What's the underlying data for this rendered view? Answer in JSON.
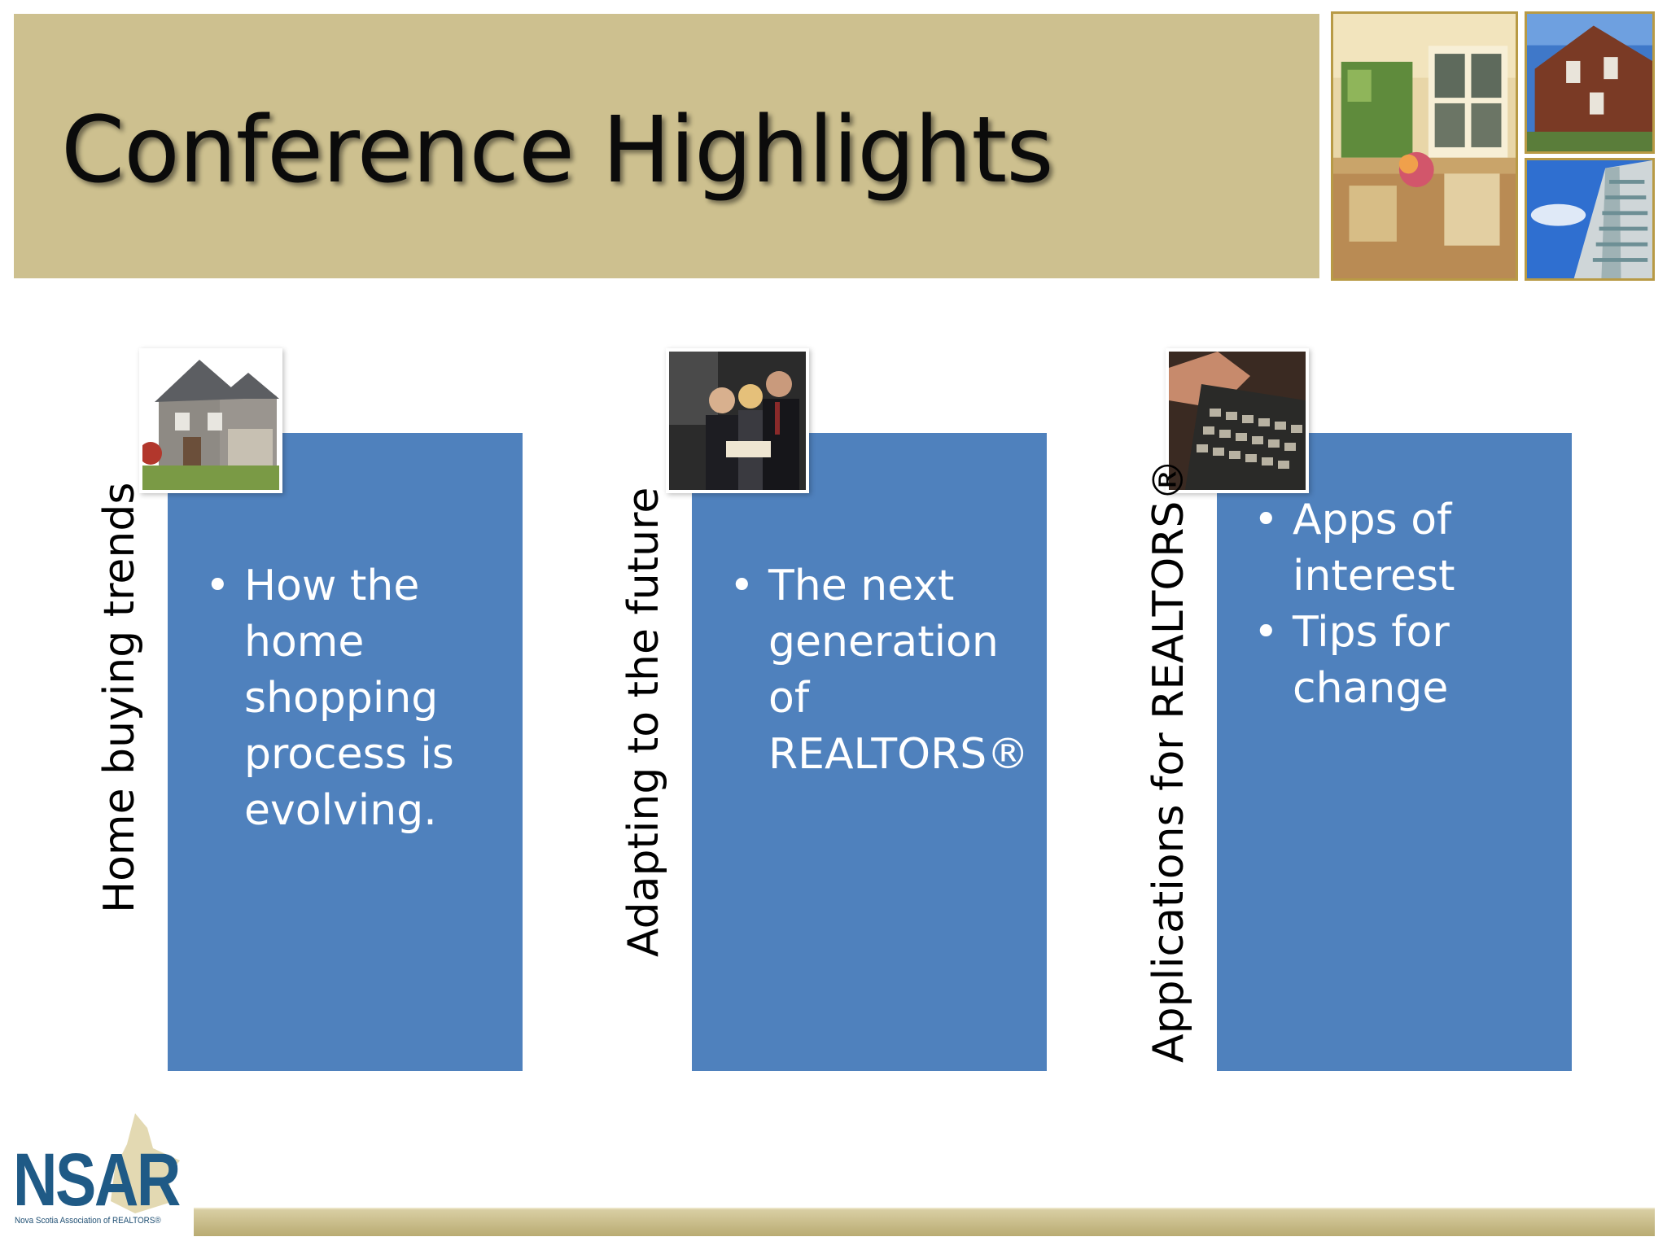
{
  "slide": {
    "title": "Conference Highlights"
  },
  "columns": [
    {
      "label": "Home buying trends",
      "bullets": [
        "How the home shopping process is evolving."
      ]
    },
    {
      "label": "Adapting to the future",
      "bullets": [
        "The next generation of REALTORS®"
      ]
    },
    {
      "label": "Applications for REALTORS®",
      "bullets": [
        "Apps  of interest",
        "Tips for change"
      ]
    }
  ],
  "logo": {
    "acronym": "NSAR",
    "full_name": "Nova Scotia Association of REALTORS®"
  },
  "colors": {
    "header_band": "#cdc08f",
    "panel_blue": "#4f81bd",
    "photo_border": "#b89a45",
    "logo_blue": "#1f5a86"
  },
  "icons": [
    "porch-photo",
    "barn-photo",
    "tower-photo",
    "house-photo",
    "people-photo",
    "keyboard-photo"
  ]
}
